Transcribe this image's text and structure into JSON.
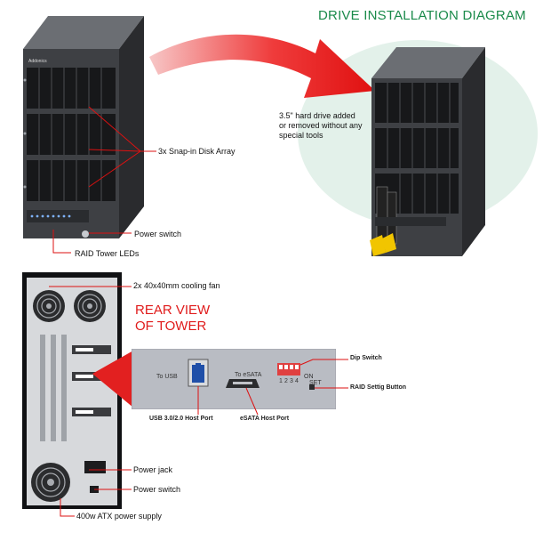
{
  "header": {
    "title": "DRIVE INSTALLATION DIAGRAM",
    "install_note_lines": [
      "3.5\" hard drive added",
      "or removed without any",
      "special tools"
    ]
  },
  "front_tower": {
    "brand": "Addonics",
    "callouts": {
      "disk_array": "3x Snap-in Disk Array",
      "power_switch": "Power switch",
      "leds": "RAID Tower LEDs"
    }
  },
  "rear_view": {
    "title_lines": [
      "REAR VIEW",
      "OF TOWER"
    ],
    "callouts": {
      "fan": "2x  40x40mm cooling fan",
      "power_jack": "Power jack",
      "power_switch": "Power switch",
      "psu": "400w ATX power supply"
    }
  },
  "io_panel": {
    "usb_label": "To USB",
    "esata_label": "To eSATA",
    "on_label": "ON",
    "set_label": "SET",
    "dip_numbers": [
      "1",
      "2",
      "3",
      "4"
    ],
    "callouts": {
      "dip": "Dip Switch",
      "raid_button": "RAID Settig Button",
      "usb_port": "USB 3.0/2.0 Host Port",
      "esata_port": "eSATA Host Port"
    }
  },
  "colors": {
    "accent_green": "#1a8a4a",
    "accent_red": "#e01b1b",
    "panel_gray": "#b9bcc3",
    "usb_blue": "#1f4fa8"
  },
  "icons": [
    "curved-arrow-icon",
    "fan-icon",
    "usb-port-icon",
    "esata-port-icon",
    "dip-switch-icon"
  ]
}
